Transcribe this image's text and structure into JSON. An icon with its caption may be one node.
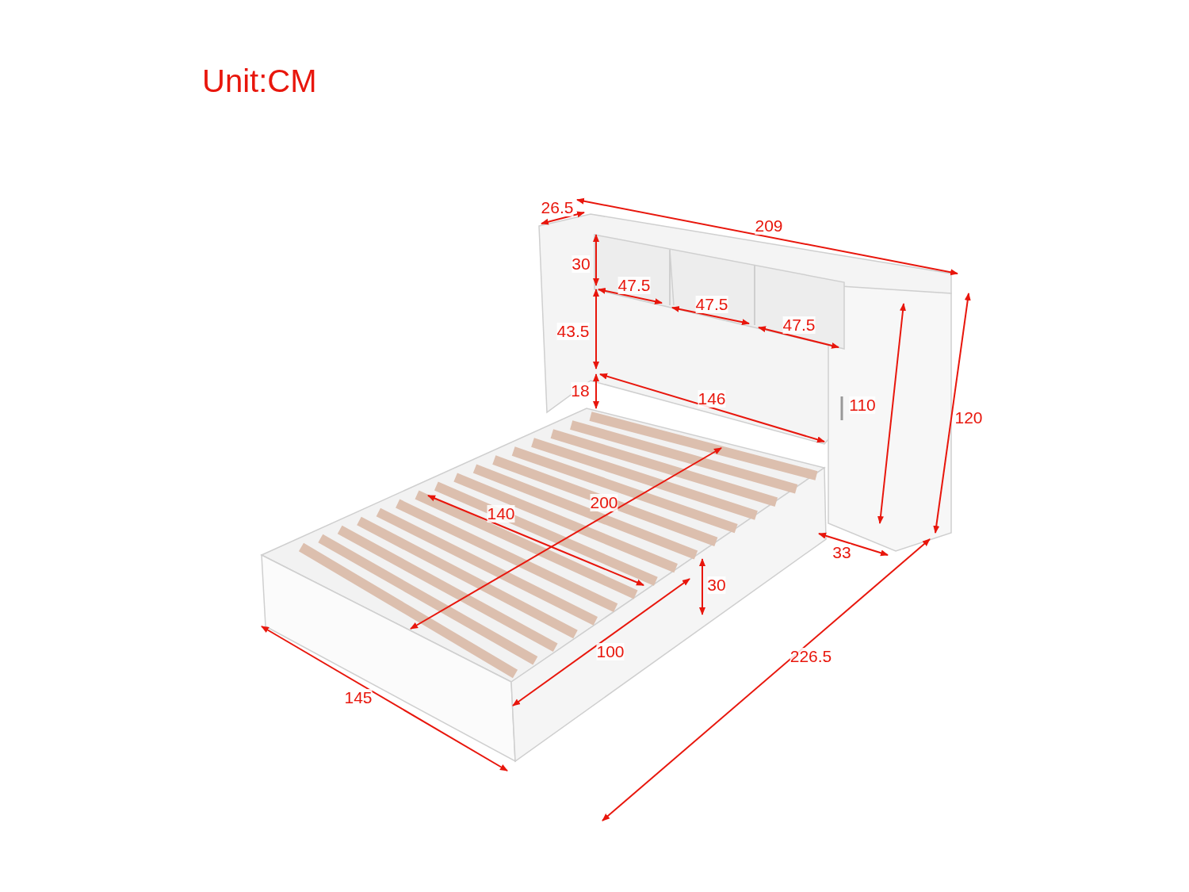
{
  "diagram": {
    "title": "Unit:CM",
    "labels": [
      "26.5",
      "209",
      "30",
      "47.5",
      "47.5",
      "47.5",
      "43.5",
      "18",
      "146",
      "110",
      "120",
      "140",
      "200",
      "33",
      "30",
      "100",
      "226.5",
      "145"
    ]
  }
}
